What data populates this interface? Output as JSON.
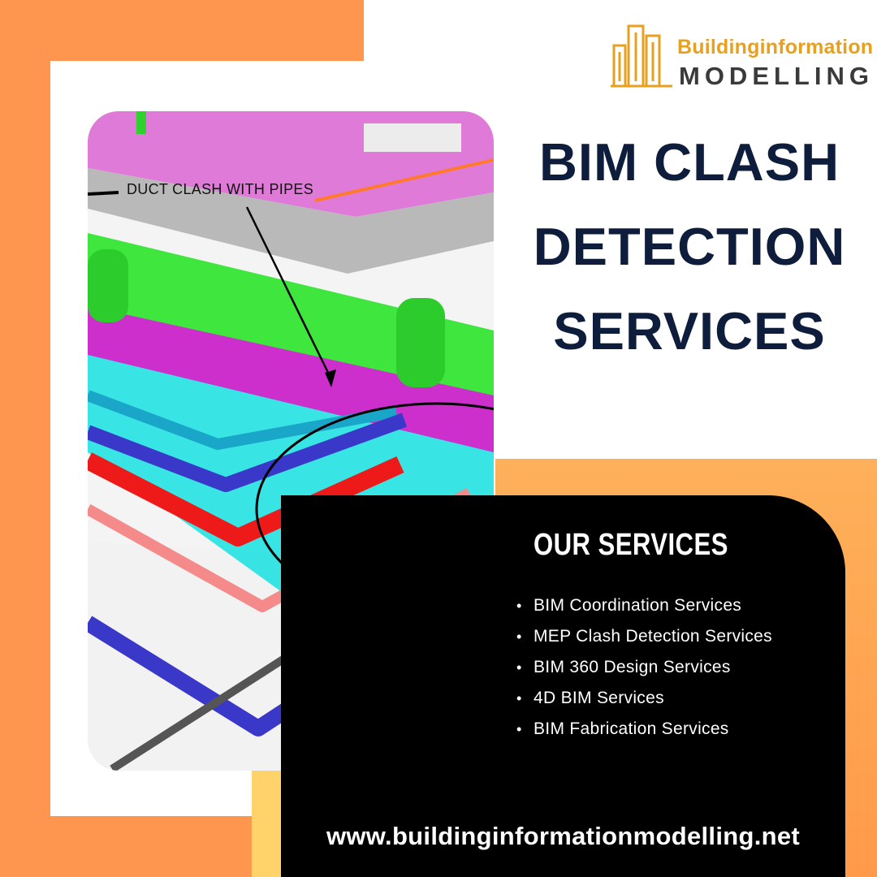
{
  "logo": {
    "line1": "Buildinginformation",
    "line2": "MODELLING",
    "icon": "building-towers-icon"
  },
  "heading": {
    "line1": "BIM CLASH",
    "line2": "DETECTION",
    "line3": "SERVICES"
  },
  "image": {
    "annotation": "DUCT CLASH WITH PIPES"
  },
  "services": {
    "title": "OUR SERVICES",
    "items": [
      "BIM Coordination Services",
      "MEP Clash Detection Services",
      "BIM 360 Design Services",
      "4D BIM Services",
      "BIM Fabrication Services"
    ]
  },
  "website": "www.buildinginformationmodelling.net",
  "colors": {
    "orange": "#ff9650",
    "navy": "#0f1d3d",
    "logo_gold": "#e8a020",
    "panel": "#000000"
  }
}
